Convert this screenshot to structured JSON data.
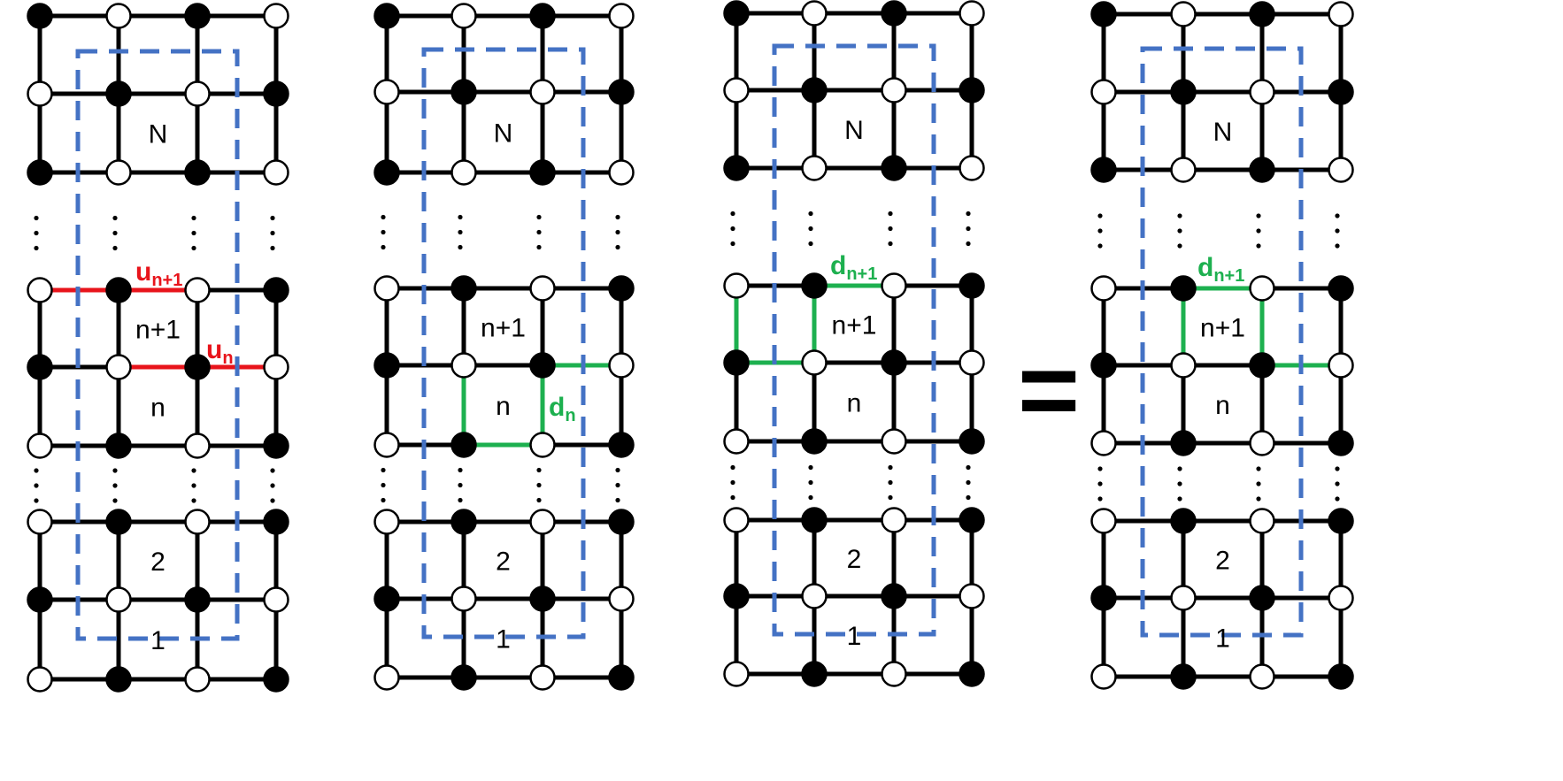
{
  "colors": {
    "u_edge": "#E8141B",
    "d_edge": "#1DB04F",
    "loop": "#4472C4",
    "node_black": "#000000",
    "node_white": "#ffffff"
  },
  "operator": "=",
  "panels": [
    {
      "id": "panel-u",
      "labels": {
        "top": "N",
        "mid_upper": "n+1",
        "mid_lower": "n",
        "low_upper": "2",
        "low_lower": "1"
      },
      "edge_labels": [
        {
          "key": "u_np1",
          "base": "u",
          "sub": "n+1",
          "color": "u_edge"
        },
        {
          "key": "u_n",
          "base": "u",
          "sub": "n",
          "color": "u_edge"
        }
      ]
    },
    {
      "id": "panel-dn",
      "labels": {
        "top": "N",
        "mid_upper": "n+1",
        "mid_lower": "n",
        "low_upper": "2",
        "low_lower": "1"
      },
      "edge_labels": [
        {
          "key": "d_n",
          "base": "d",
          "sub": "n",
          "color": "d_edge"
        }
      ]
    },
    {
      "id": "panel-dnp1",
      "labels": {
        "top": "N",
        "mid_upper": "n+1",
        "mid_lower": "n",
        "low_upper": "2",
        "low_lower": "1"
      },
      "edge_labels": [
        {
          "key": "d_np1",
          "base": "d",
          "sub": "n+1",
          "color": "d_edge"
        }
      ]
    },
    {
      "id": "panel-result",
      "labels": {
        "top": "N",
        "mid_upper": "n+1",
        "mid_lower": "n",
        "low_upper": "2",
        "low_lower": "1"
      },
      "edge_labels": [
        {
          "key": "d_np1",
          "base": "d",
          "sub": "n+1",
          "color": "d_edge"
        }
      ]
    }
  ]
}
